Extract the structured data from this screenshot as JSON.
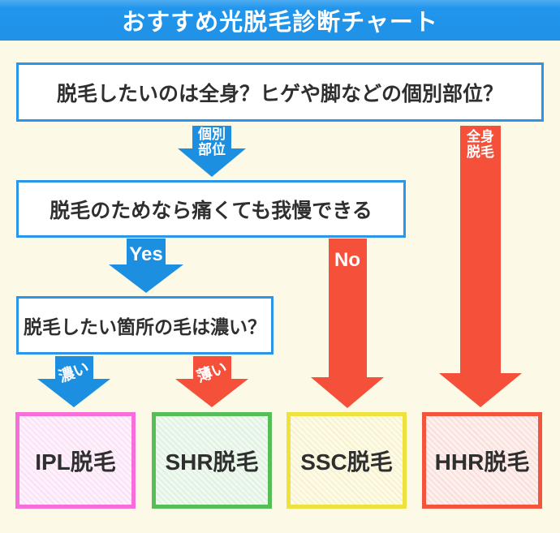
{
  "title": "おすすめ光脱毛診断チャート",
  "questions": {
    "q1": "脱毛したいのは全身？ヒゲや脚などの個別部位？",
    "q2": "脱毛のためなら痛くても我慢できる",
    "q3": "脱毛したい箇所の毛は濃い？"
  },
  "arrows": {
    "kobetsu": {
      "line1": "個別",
      "line2": "部位",
      "color": "#1d8fe1"
    },
    "zenshin": {
      "line1": "全身",
      "line2": "脱毛",
      "color": "#f4503a"
    },
    "yes": {
      "label": "Yes",
      "color": "#1d8fe1"
    },
    "no": {
      "label": "No",
      "color": "#f4503a"
    },
    "koi": {
      "label": "濃い",
      "color": "#1d8fe1"
    },
    "usui": {
      "label": "薄い",
      "color": "#f4503a"
    }
  },
  "results": [
    {
      "label": "IPL脱毛",
      "border_color": "#f66eda"
    },
    {
      "label": "SHR脱毛",
      "border_color": "#56bd58"
    },
    {
      "label": "SSC脱毛",
      "border_color": "#eee23e"
    },
    {
      "label": "HHR脱毛",
      "border_color": "#f4533d"
    }
  ],
  "colors": {
    "header_blue": "#2196ec",
    "background_cream": "#fcf9e6",
    "question_box_border": "#2b96e8",
    "arrow_blue": "#1d8fe1",
    "arrow_red": "#f4503a",
    "text_dark": "#2f2f2f"
  }
}
